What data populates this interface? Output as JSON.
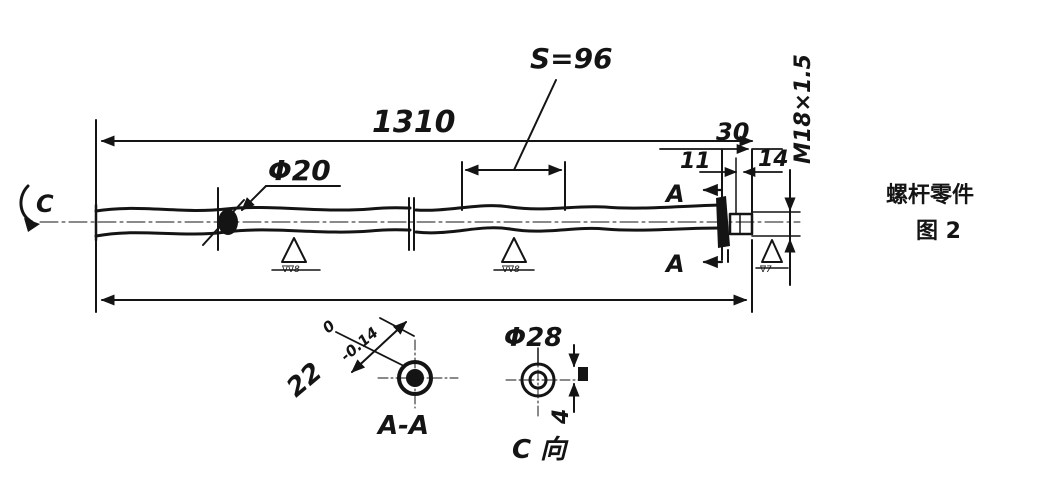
{
  "caption": {
    "title": "螺杆零件",
    "figure": "图 2"
  },
  "dimensions": {
    "overall_length": "1310",
    "diameter": "Φ20",
    "pitch": "S=96",
    "thread": "M18×1.5",
    "end_30": "30",
    "end_11": "11",
    "end_14": "14"
  },
  "section_marks": {
    "a_top": "A",
    "a_bottom": "A",
    "c_arrow": "C"
  },
  "surface_finish": {
    "left": "∇∇8",
    "middle": "∇∇8",
    "right": "∇7"
  },
  "section_aa": {
    "dim_base": "22",
    "tol_upper": "0",
    "tol_lower": "-0.14",
    "label": "A-A"
  },
  "view_c": {
    "diameter": "Φ28",
    "dim_4": "4",
    "label": "C 向"
  }
}
